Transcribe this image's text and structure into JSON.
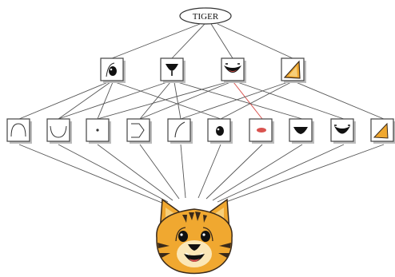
{
  "diagram": {
    "root": {
      "label": "TIGER"
    },
    "level1": [
      {
        "id": "eye",
        "icon": "eye-icon"
      },
      {
        "id": "nose",
        "icon": "nose-icon"
      },
      {
        "id": "mouth",
        "icon": "mouth-icon"
      },
      {
        "id": "ear",
        "icon": "ear-icon"
      }
    ],
    "level2": [
      {
        "id": "arc-top",
        "icon": "arc-top-icon"
      },
      {
        "id": "arc-bottom",
        "icon": "arc-bottom-icon"
      },
      {
        "id": "dot",
        "icon": "dot-icon"
      },
      {
        "id": "bracket",
        "icon": "bracket-icon"
      },
      {
        "id": "curve",
        "icon": "curve-stroke-icon"
      },
      {
        "id": "pupil",
        "icon": "pupil-icon"
      },
      {
        "id": "tongue",
        "icon": "tongue-icon"
      },
      {
        "id": "nose-shape",
        "icon": "nose-shape-icon"
      },
      {
        "id": "open-mouth",
        "icon": "open-mouth-icon"
      },
      {
        "id": "ear-part",
        "icon": "ear-part-icon"
      }
    ],
    "image": {
      "icon": "tiger-face-icon"
    },
    "colors": {
      "tiger": "#f0a830",
      "stripe": "#3a2a1a",
      "accent": "#d9534f",
      "line": "#555555"
    }
  }
}
